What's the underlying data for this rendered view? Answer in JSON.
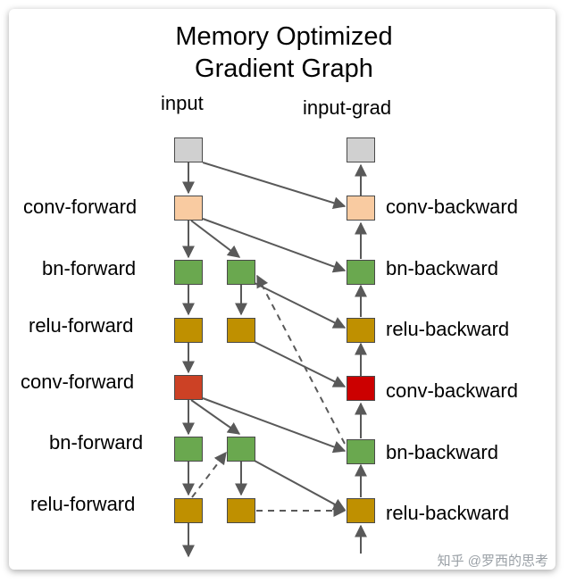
{
  "title_line1": "Memory Optimized",
  "title_line2": "Gradient Graph",
  "columns": {
    "forward": "input",
    "backward": "input-grad"
  },
  "left_labels": [
    "conv-forward",
    "bn-forward",
    "relu-forward",
    "conv-forward",
    "bn-forward",
    "relu-forward"
  ],
  "right_labels": [
    "conv-backward",
    "bn-backward",
    "relu-backward",
    "conv-backward",
    "bn-backward",
    "relu-backward"
  ],
  "watermark": "知乎 @罗西的思考",
  "colors": {
    "input": "#d0d0d0",
    "conv1": "#f9cba1",
    "bn": "#6aa84f",
    "relu": "#bf9000",
    "conv2_forward": "#cc4125",
    "conv2_backward": "#cc0000",
    "edge": "#595959"
  }
}
